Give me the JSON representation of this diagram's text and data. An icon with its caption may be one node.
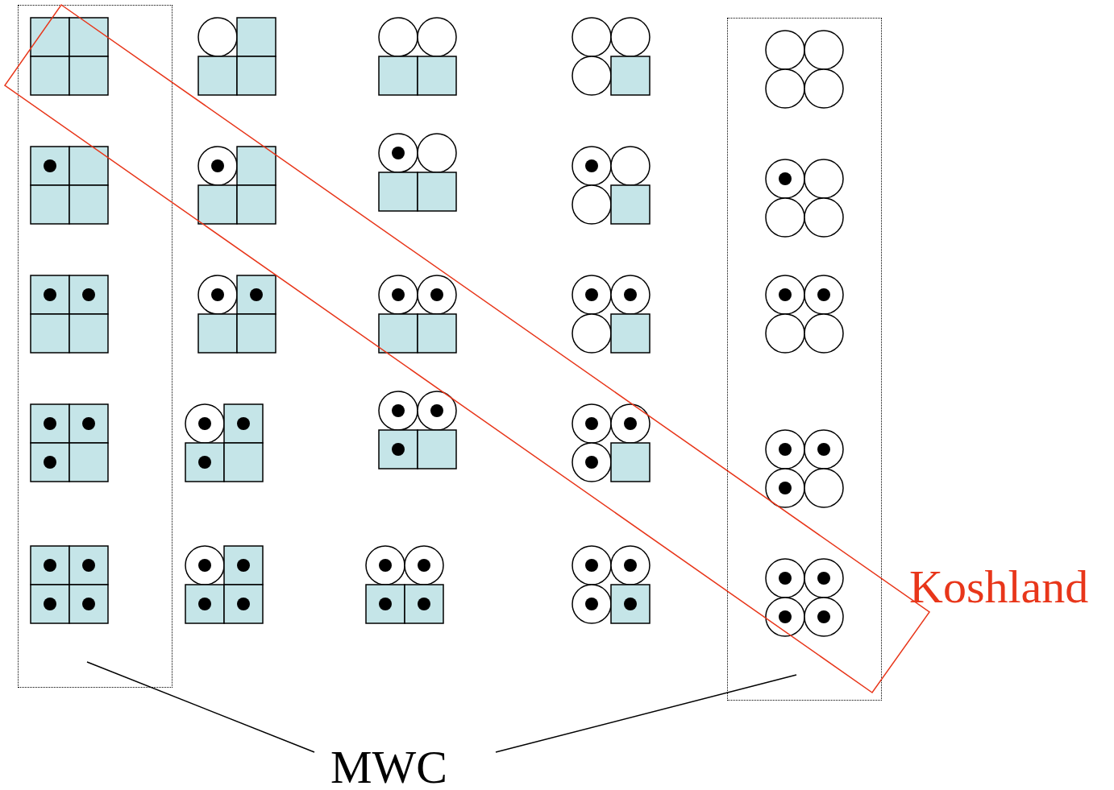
{
  "diagram": {
    "nodes": [
      {
        "text": [],
        "shape": "box"
      },
      {
        "text": [],
        "shape": "box"
      },
      {
        "text": [
          "Koshland"
        ]
      },
      {
        "text": [
          "MWC"
        ]
      }
    ],
    "edges": [
      {
        "from": 3,
        "to": 0,
        "arrow": "none"
      },
      {
        "from": 3,
        "to": 1,
        "arrow": "none"
      }
    ]
  }
}
